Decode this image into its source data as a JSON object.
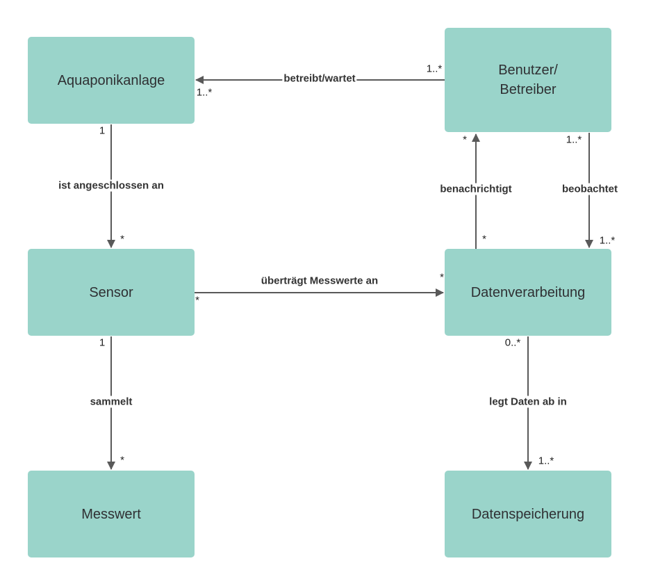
{
  "classes": {
    "aquaponikanlage": "Aquaponikanlage",
    "benutzer": "Benutzer/\nBetreiber",
    "sensor": "Sensor",
    "datenverarbeitung": "Datenverarbeitung",
    "messwert": "Messwert",
    "datenspeicherung": "Datenspeicherung"
  },
  "associations": {
    "betreibt": {
      "label": "betreibt/wartet",
      "source_mult": "1..*",
      "target_mult": "1..*"
    },
    "angeschlossen": {
      "label": "ist angeschlossen an",
      "source_mult": "1",
      "target_mult": "*"
    },
    "benachrichtigt": {
      "label": "benachrichtigt",
      "source_mult": "*",
      "target_mult": "*"
    },
    "beobachtet": {
      "label": "beobachtet",
      "source_mult": "1..*",
      "target_mult": "1..*"
    },
    "uebertraegt": {
      "label": "überträgt Messwerte an",
      "source_mult": "*",
      "target_mult": "*"
    },
    "sammelt": {
      "label": "sammelt",
      "source_mult": "1",
      "target_mult": "*"
    },
    "legt_ab": {
      "label": "legt Daten ab in",
      "source_mult": "0..*",
      "target_mult": "1..*"
    }
  },
  "colors": {
    "box_fill": "#9ad4ca",
    "line": "#595959",
    "text": "#333333"
  }
}
